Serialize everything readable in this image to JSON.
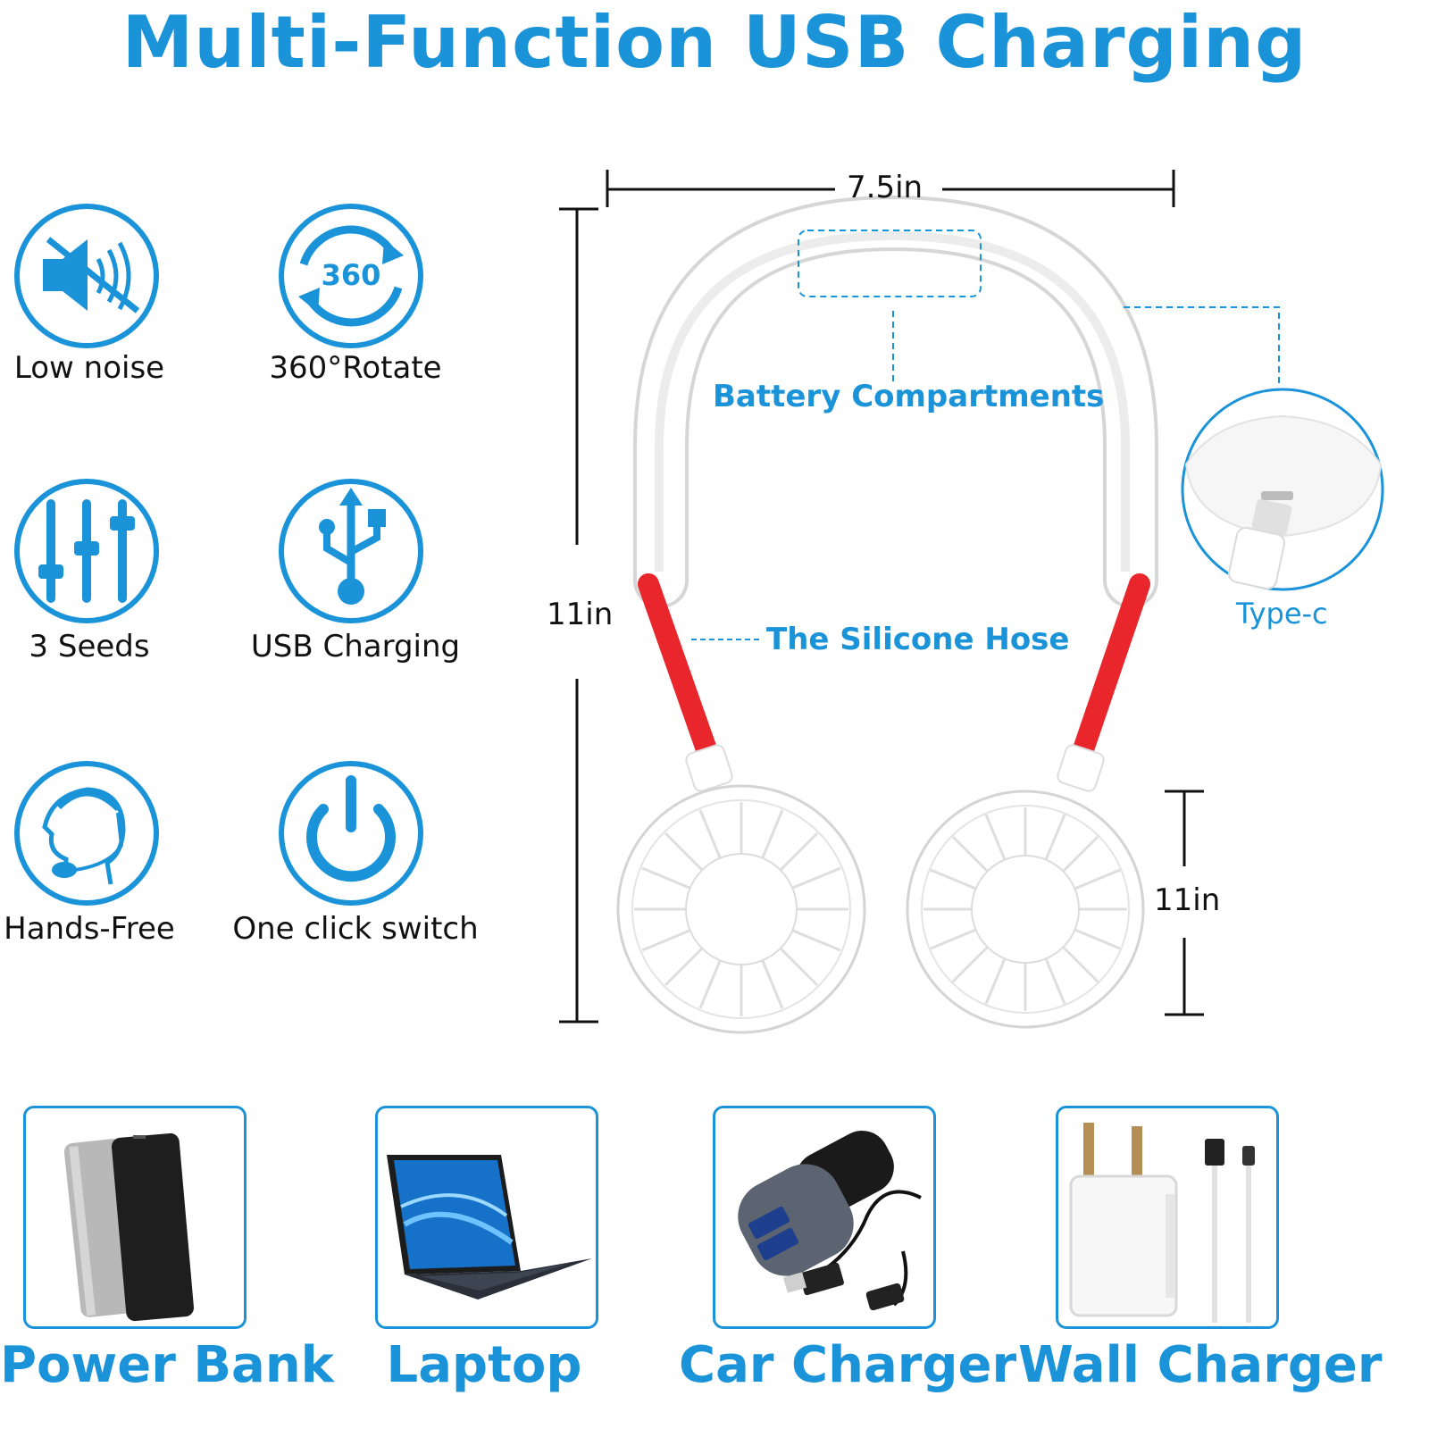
{
  "title": "Multi-Function USB Charging",
  "colors": {
    "accent": "#1a93d9",
    "hose": "#e8262b",
    "text": "#111111"
  },
  "features": [
    {
      "label": "Low noise",
      "icon": "mute-speaker-icon"
    },
    {
      "label": "360°Rotate",
      "icon": "rotate-360-icon"
    },
    {
      "label": "3 Seeds",
      "icon": "sliders-icon"
    },
    {
      "label": "USB Charging",
      "icon": "usb-icon"
    },
    {
      "label": "Hands-Free",
      "icon": "headset-person-icon"
    },
    {
      "label": "One click switch",
      "icon": "power-icon"
    }
  ],
  "product": {
    "width_label": "7.5in",
    "height_label": "11in",
    "fan_label": "11in",
    "battery_label": "Battery Compartments",
    "hose_label": "The Silicone Hose",
    "typec_label": "Type-c"
  },
  "sources": [
    {
      "label": "Power Bank",
      "icon": "power-bank-icon"
    },
    {
      "label": "Laptop",
      "icon": "laptop-icon"
    },
    {
      "label": "Car Charger",
      "icon": "car-charger-icon"
    },
    {
      "label": "Wall Charger",
      "icon": "wall-charger-icon"
    }
  ]
}
